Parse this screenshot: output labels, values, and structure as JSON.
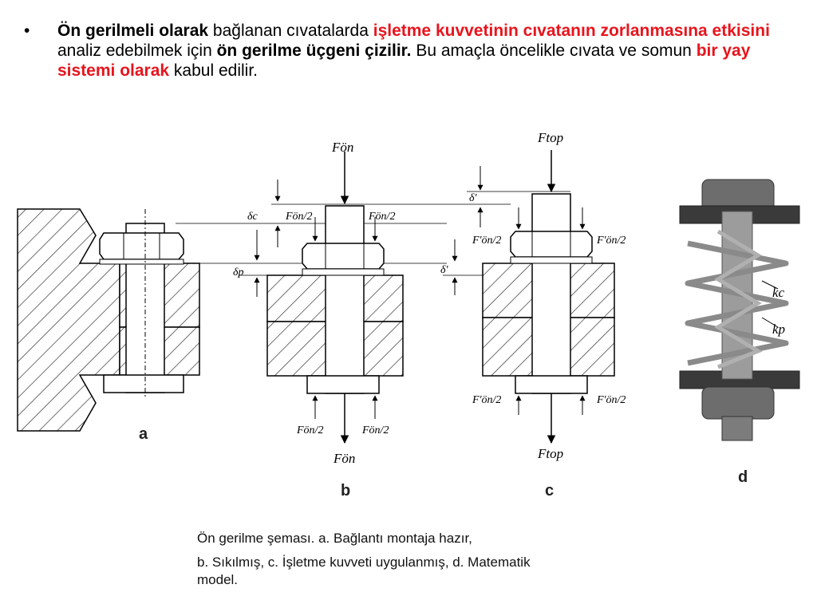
{
  "bullet": {
    "symbol": "•",
    "segments": [
      {
        "text": "Ön gerilmeli olarak",
        "style": "bold"
      },
      {
        "text": " bağlanan cıvatalarda ",
        "style": "normal"
      },
      {
        "text": "işletme kuvvetinin cıvatanın zorlanmasına etkisini",
        "style": "red"
      },
      {
        "text": " analiz edebilmek için ",
        "style": "normal"
      },
      {
        "text": "ön gerilme üçgeni çizilir.",
        "style": "bold"
      },
      {
        "text": " Bu amaçla öncelikle cıvata ve somun ",
        "style": "normal"
      },
      {
        "text": "bir yay sistemi olarak",
        "style": "red"
      },
      {
        "text": " kabul edilir.",
        "style": "normal"
      }
    ]
  },
  "figure": {
    "panel_labels": {
      "a": "a",
      "b": "b",
      "c": "c",
      "d": "d"
    },
    "labels": {
      "f_on": "Fön",
      "f_on_half": "Fön/2",
      "f_on_prime_half": "F'ön/2",
      "f_top": "Ftop",
      "delta_c": "δc",
      "delta_p": "δp",
      "delta_prime": "δ'",
      "k_c": "kc",
      "k_p": "kp"
    }
  },
  "caption": {
    "line1": "Ön gerilme şeması. a. Bağlantı montaja hazır,",
    "line2": "b. Sıkılmış, c. İşletme kuvveti uygulanmış, d. Matematik",
    "line3": "model."
  },
  "colors": {
    "accent_red": "#e8141c",
    "hatch": "#333333",
    "spring_metal": "#8a8a8a"
  }
}
